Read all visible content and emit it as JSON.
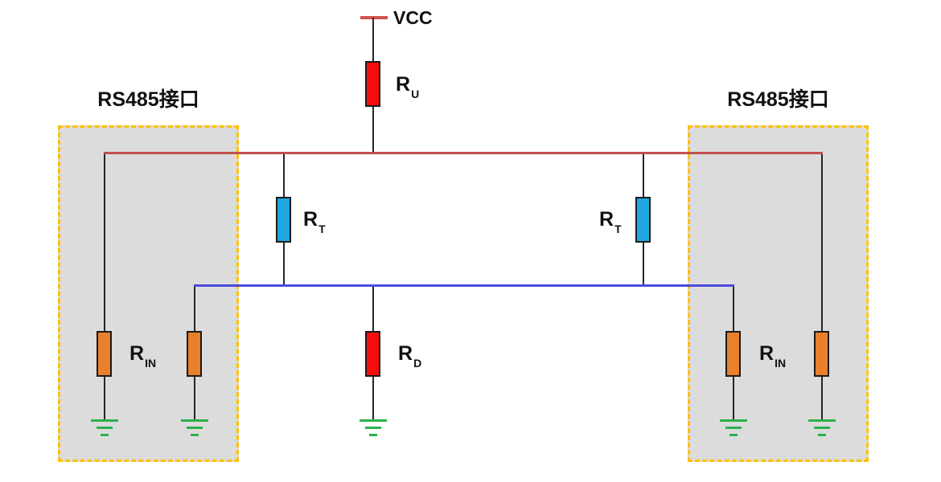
{
  "diagram": {
    "type": "circuit-schematic",
    "topic": "RS485 bus termination and biasing network"
  },
  "labels": {
    "rs485_left": "RS485接口",
    "rs485_right": "RS485接口",
    "vcc": "VCC"
  },
  "resistors": {
    "ru": {
      "name": "R",
      "sub": "U",
      "role": "pull-up to VCC",
      "color": "#f50d0d"
    },
    "rt_left": {
      "name": "R",
      "sub": "T",
      "role": "termination",
      "color": "#1fa8e0"
    },
    "rt_right": {
      "name": "R",
      "sub": "T",
      "role": "termination",
      "color": "#1fa8e0"
    },
    "rd": {
      "name": "R",
      "sub": "D",
      "role": "pull-down to ground",
      "color": "#f50d0d"
    },
    "rin_left": {
      "name": "R",
      "sub": "IN",
      "role": "receiver input",
      "color": "#e8802c"
    },
    "rin_right": {
      "name": "R",
      "sub": "IN",
      "role": "receiver input",
      "color": "#e8802c"
    }
  },
  "colors": {
    "bus_a_line": "#c0504d",
    "bus_b_line": "#4a4ade",
    "vcc_rail": "#d05050",
    "ground_symbol": "#2bb14c",
    "interface_box_fill": "#dcdcdc",
    "interface_box_border": "#ffc000",
    "wire": "#262626",
    "pullup_pulldown_resistor": "#f50d0d",
    "termination_resistor": "#1fa8e0",
    "input_resistor": "#e8802c"
  }
}
